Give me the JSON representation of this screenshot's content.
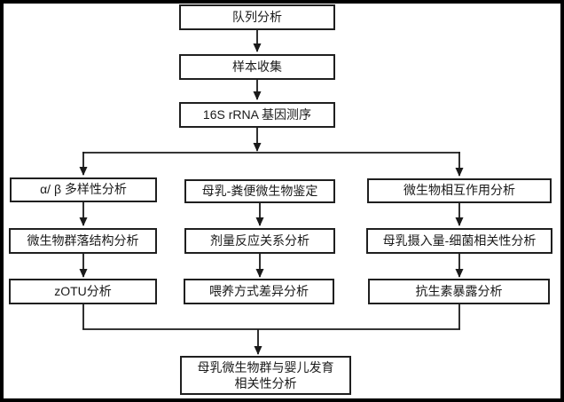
{
  "diagram": {
    "type": "flowchart",
    "colors": {
      "background": "#ffffff",
      "frame": "#000000",
      "box_fill": "#ffffff",
      "box_border": "#1f1f1f",
      "line": "#1a1a1a",
      "text": "#1a1a1a"
    },
    "nodes": {
      "cohort": {
        "label": "队列分析"
      },
      "sample": {
        "label": "样本收集"
      },
      "sequencing": {
        "label": "16S rRNA 基因测序"
      },
      "diversity": {
        "label": "α/ β 多样性分析"
      },
      "community": {
        "label": "微生物群落结构分析"
      },
      "zotu": {
        "label": "zOTU分析"
      },
      "milk_feces": {
        "label": "母乳-粪便微生物鉴定"
      },
      "dose": {
        "label": "剂量反应关系分析"
      },
      "feeding": {
        "label": "喂养方式差异分析"
      },
      "interaction": {
        "label": "微生物相互作用分析"
      },
      "intake": {
        "label": "母乳摄入量-细菌相关性分析"
      },
      "antibiotic": {
        "label": "抗生素暴露分析"
      },
      "final": {
        "line1": "母乳微生物群与婴儿发育",
        "line2": "相关性分析"
      }
    }
  }
}
